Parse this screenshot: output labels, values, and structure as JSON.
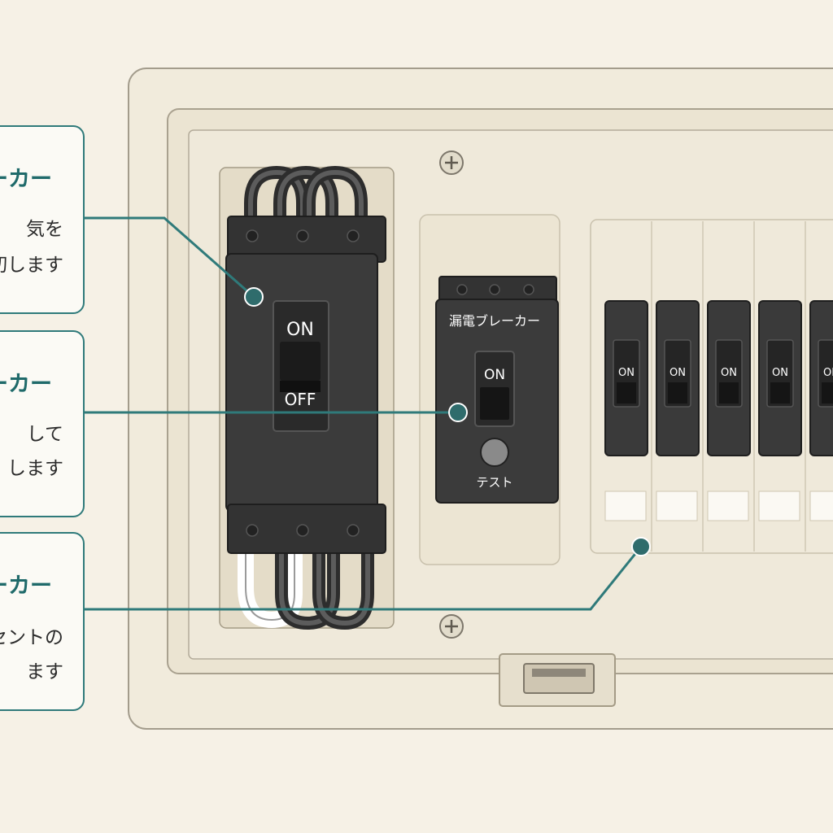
{
  "callouts": [
    {
      "title": "ーカー",
      "lines": [
        "気を",
        "切します"
      ]
    },
    {
      "title": "ーカー",
      "lines": [
        "して",
        "します"
      ]
    },
    {
      "title": "ーカー",
      "lines": [
        "セントの",
        "ます"
      ]
    }
  ],
  "main_breaker": {
    "on_label": "ON",
    "off_label": "OFF"
  },
  "elcb": {
    "label": "漏電ブレーカー",
    "on_label": "ON",
    "test_label": "テスト"
  },
  "branch_breakers": {
    "on_label": "ON"
  },
  "colors": {
    "accent": "#2f7a7a",
    "panel": "#ece5d3",
    "breaker_body": "#3a3a3a"
  }
}
